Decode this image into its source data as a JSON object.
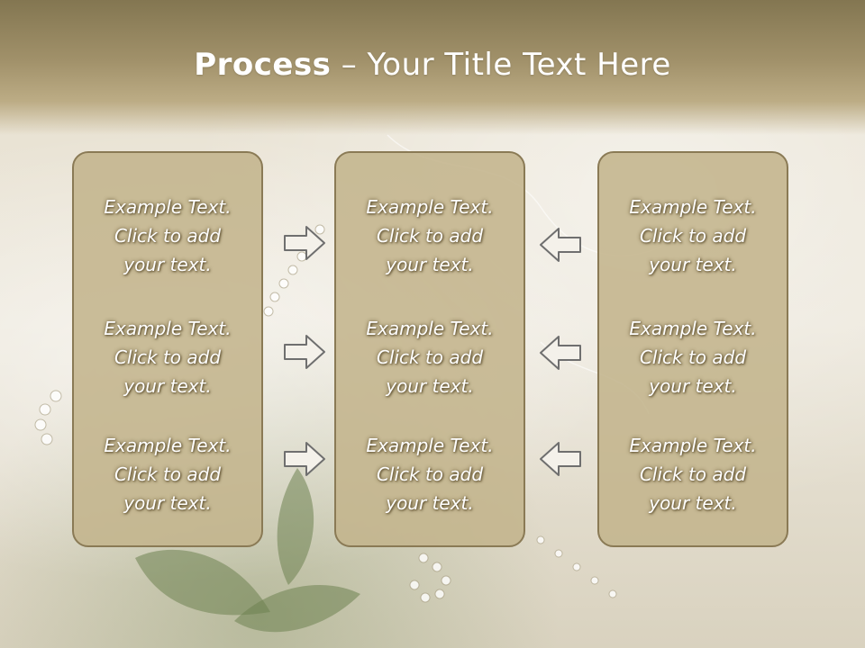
{
  "slide": {
    "title_bold": "Process",
    "title_rest": " – Your Title Text Here"
  },
  "columns": [
    {
      "items": [
        {
          "line1": "Example Text.",
          "line2": "Click  to add",
          "line3": "your text."
        },
        {
          "line1": "Example Text.",
          "line2": "Click  to add",
          "line3": "your text."
        },
        {
          "line1": "Example Text.",
          "line2": "Click  to add",
          "line3": "your text."
        }
      ]
    },
    {
      "items": [
        {
          "line1": "Example Text.",
          "line2": "Click  to add",
          "line3": "your text."
        },
        {
          "line1": "Example Text.",
          "line2": "Click  to add",
          "line3": "your text."
        },
        {
          "line1": "Example Text.",
          "line2": "Click  to add",
          "line3": "your text."
        }
      ]
    },
    {
      "items": [
        {
          "line1": "Example Text.",
          "line2": "Click  to add",
          "line3": "your text."
        },
        {
          "line1": "Example Text.",
          "line2": "Click  to add",
          "line3": "your text."
        },
        {
          "line1": "Example Text.",
          "line2": "Click  to add",
          "line3": "your text."
        }
      ]
    }
  ],
  "arrows": {
    "left_group": "arrow-right-icon",
    "right_group": "arrow-left-icon"
  },
  "colors": {
    "header": "#8c7e57",
    "box_fill": "#c3b48c",
    "box_border": "#8a7a55",
    "text": "#ffffff"
  }
}
